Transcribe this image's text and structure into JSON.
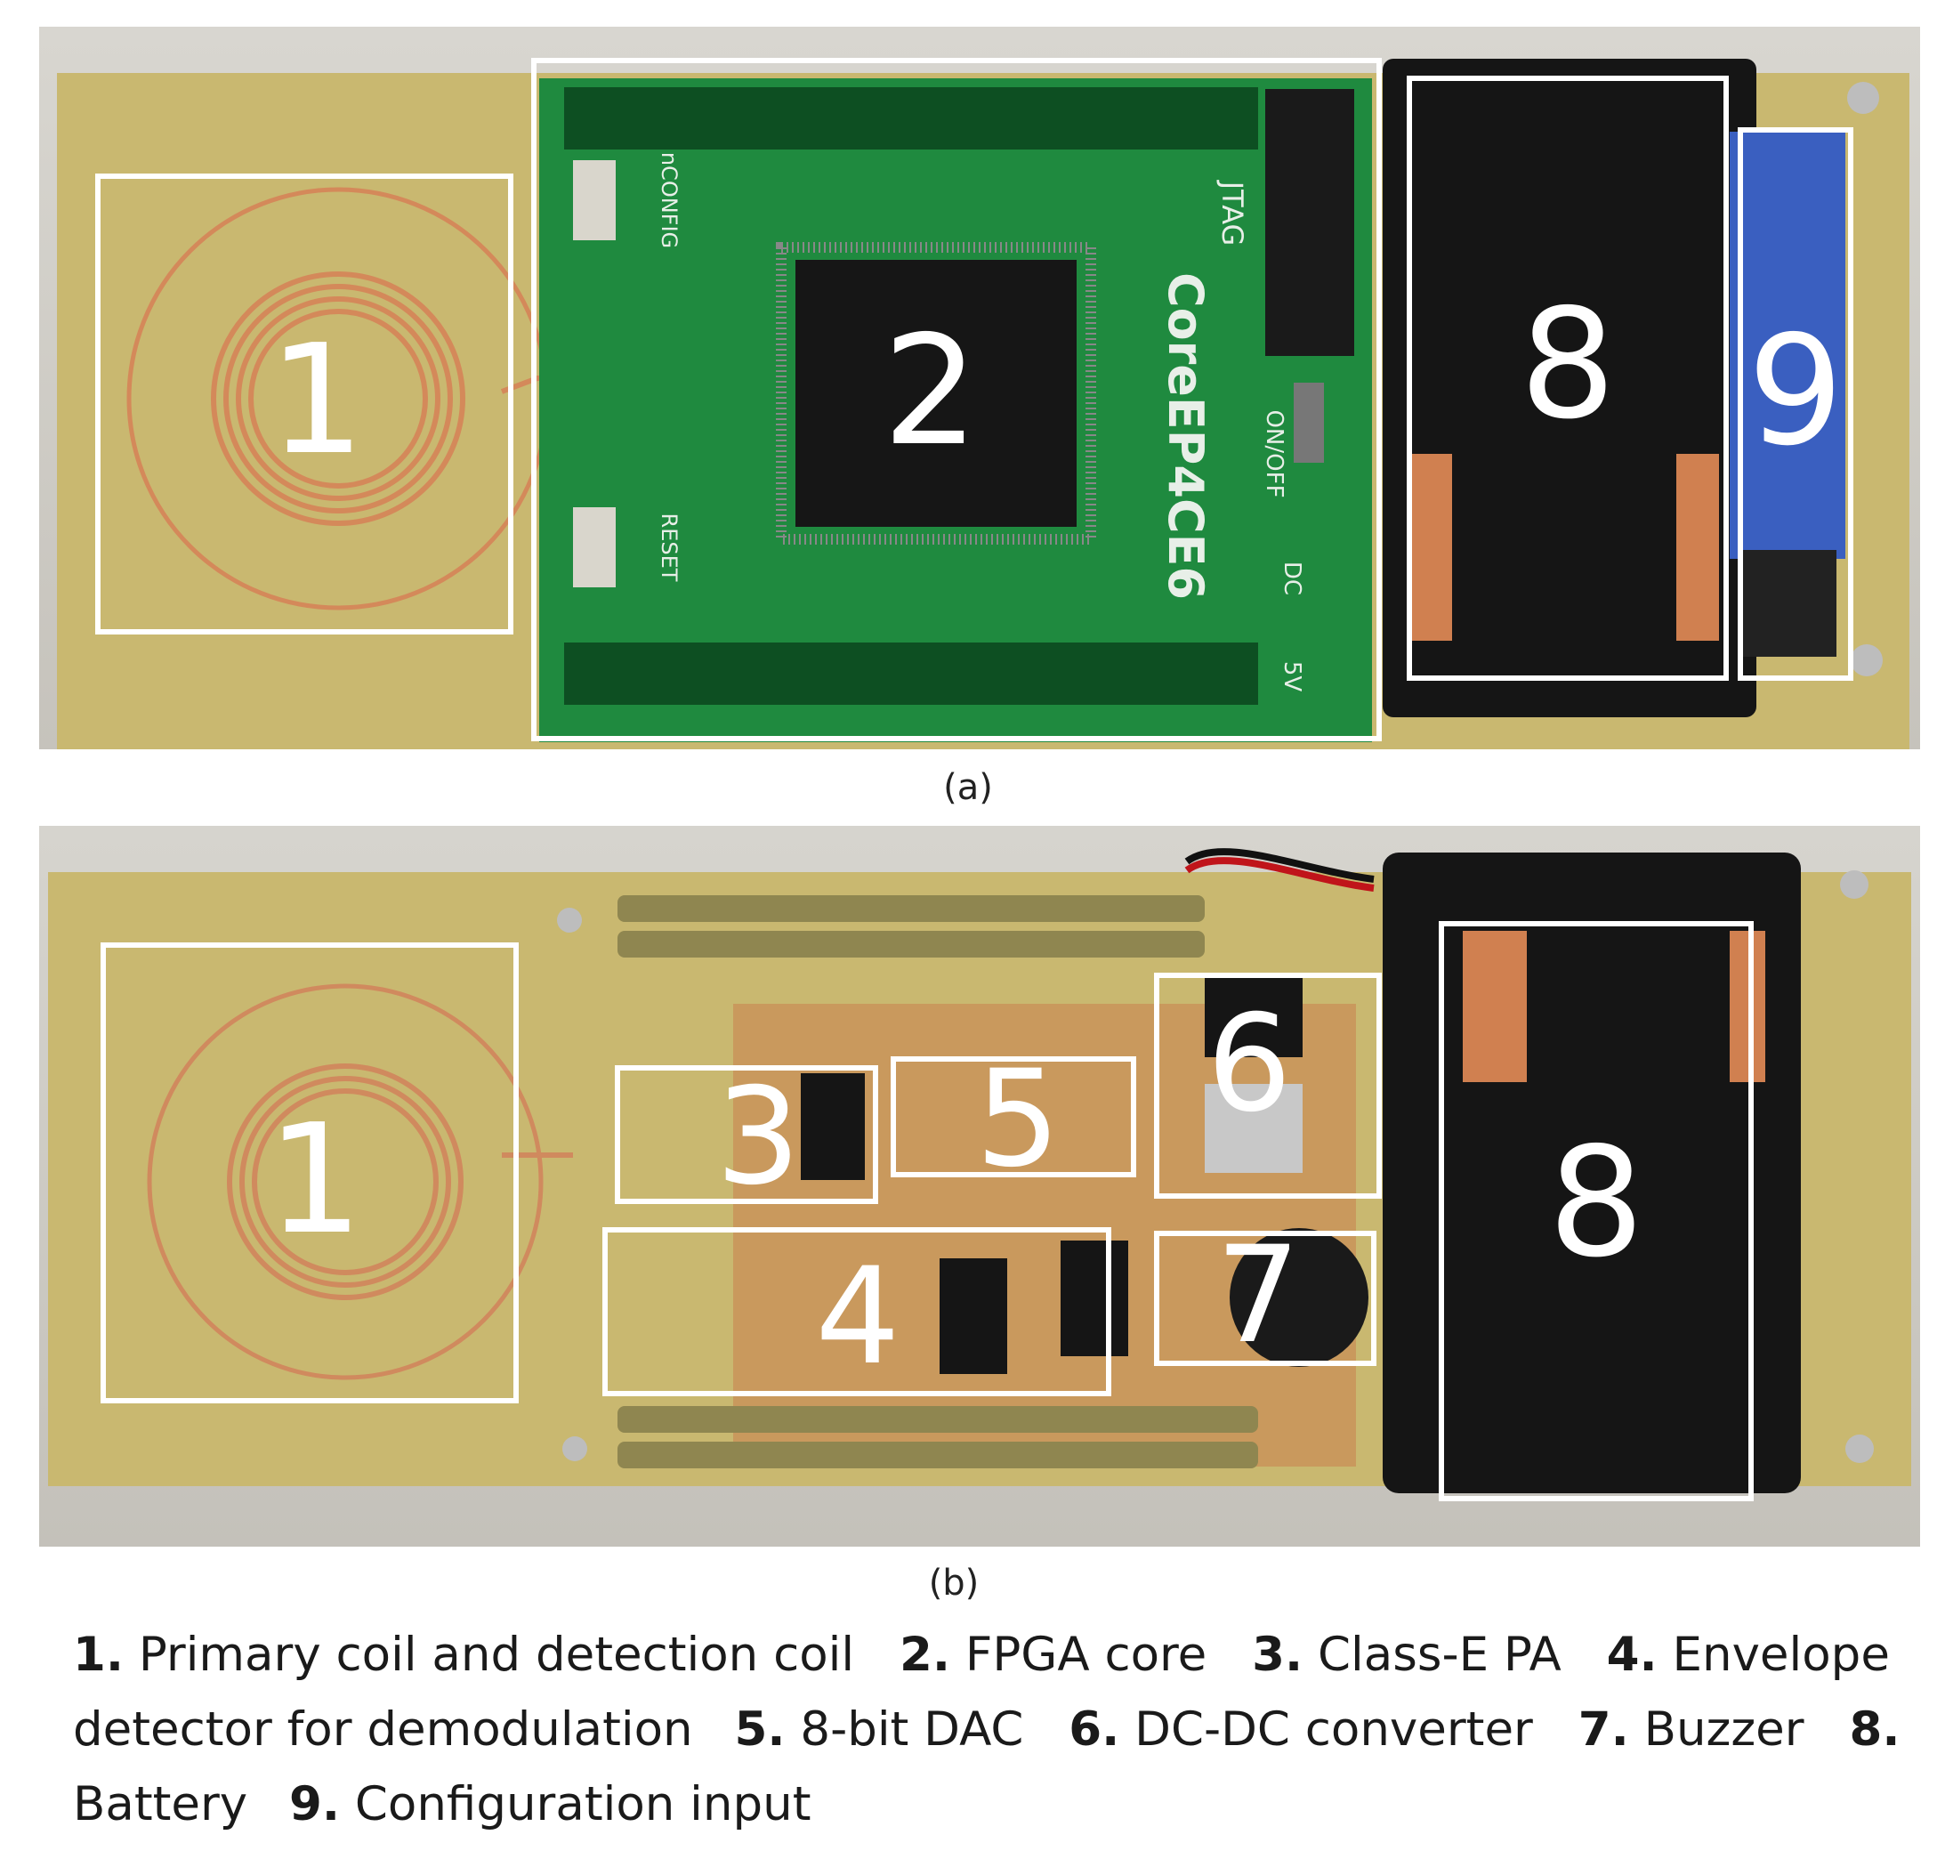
{
  "figure": {
    "panel_a": {
      "caption": "(a)",
      "labels": [
        "1",
        "2",
        "8",
        "9"
      ]
    },
    "panel_b": {
      "caption": "(b)",
      "labels": [
        "1",
        "3",
        "5",
        "6",
        "4",
        "7",
        "8"
      ]
    },
    "legend": [
      {
        "num": "1.",
        "text": "Primary coil and detection coil"
      },
      {
        "num": "2.",
        "text": "FPGA core"
      },
      {
        "num": "3.",
        "text": "Class-E PA"
      },
      {
        "num": "4.",
        "text": "Envelope detector for demodulation"
      },
      {
        "num": "5.",
        "text": "8-bit DAC"
      },
      {
        "num": "6.",
        "text": "DC-DC converter"
      },
      {
        "num": "7.",
        "text": "Buzzer"
      },
      {
        "num": "8.",
        "text": "Battery"
      },
      {
        "num": "9.",
        "text": "Configuration input"
      }
    ],
    "board_text_a": [
      "CoreEP4CE6",
      "JTAG",
      "RESET",
      "nCONFIG",
      "ON/OFF",
      "DC",
      "5V"
    ],
    "colors": {
      "pcb_yellow": "#c9b870",
      "pcb_green": "#1e8a3e",
      "battery_black": "#151515",
      "copper": "#d08050",
      "dip_blue": "#3a5fc0",
      "box_white": "#ffffff"
    }
  }
}
